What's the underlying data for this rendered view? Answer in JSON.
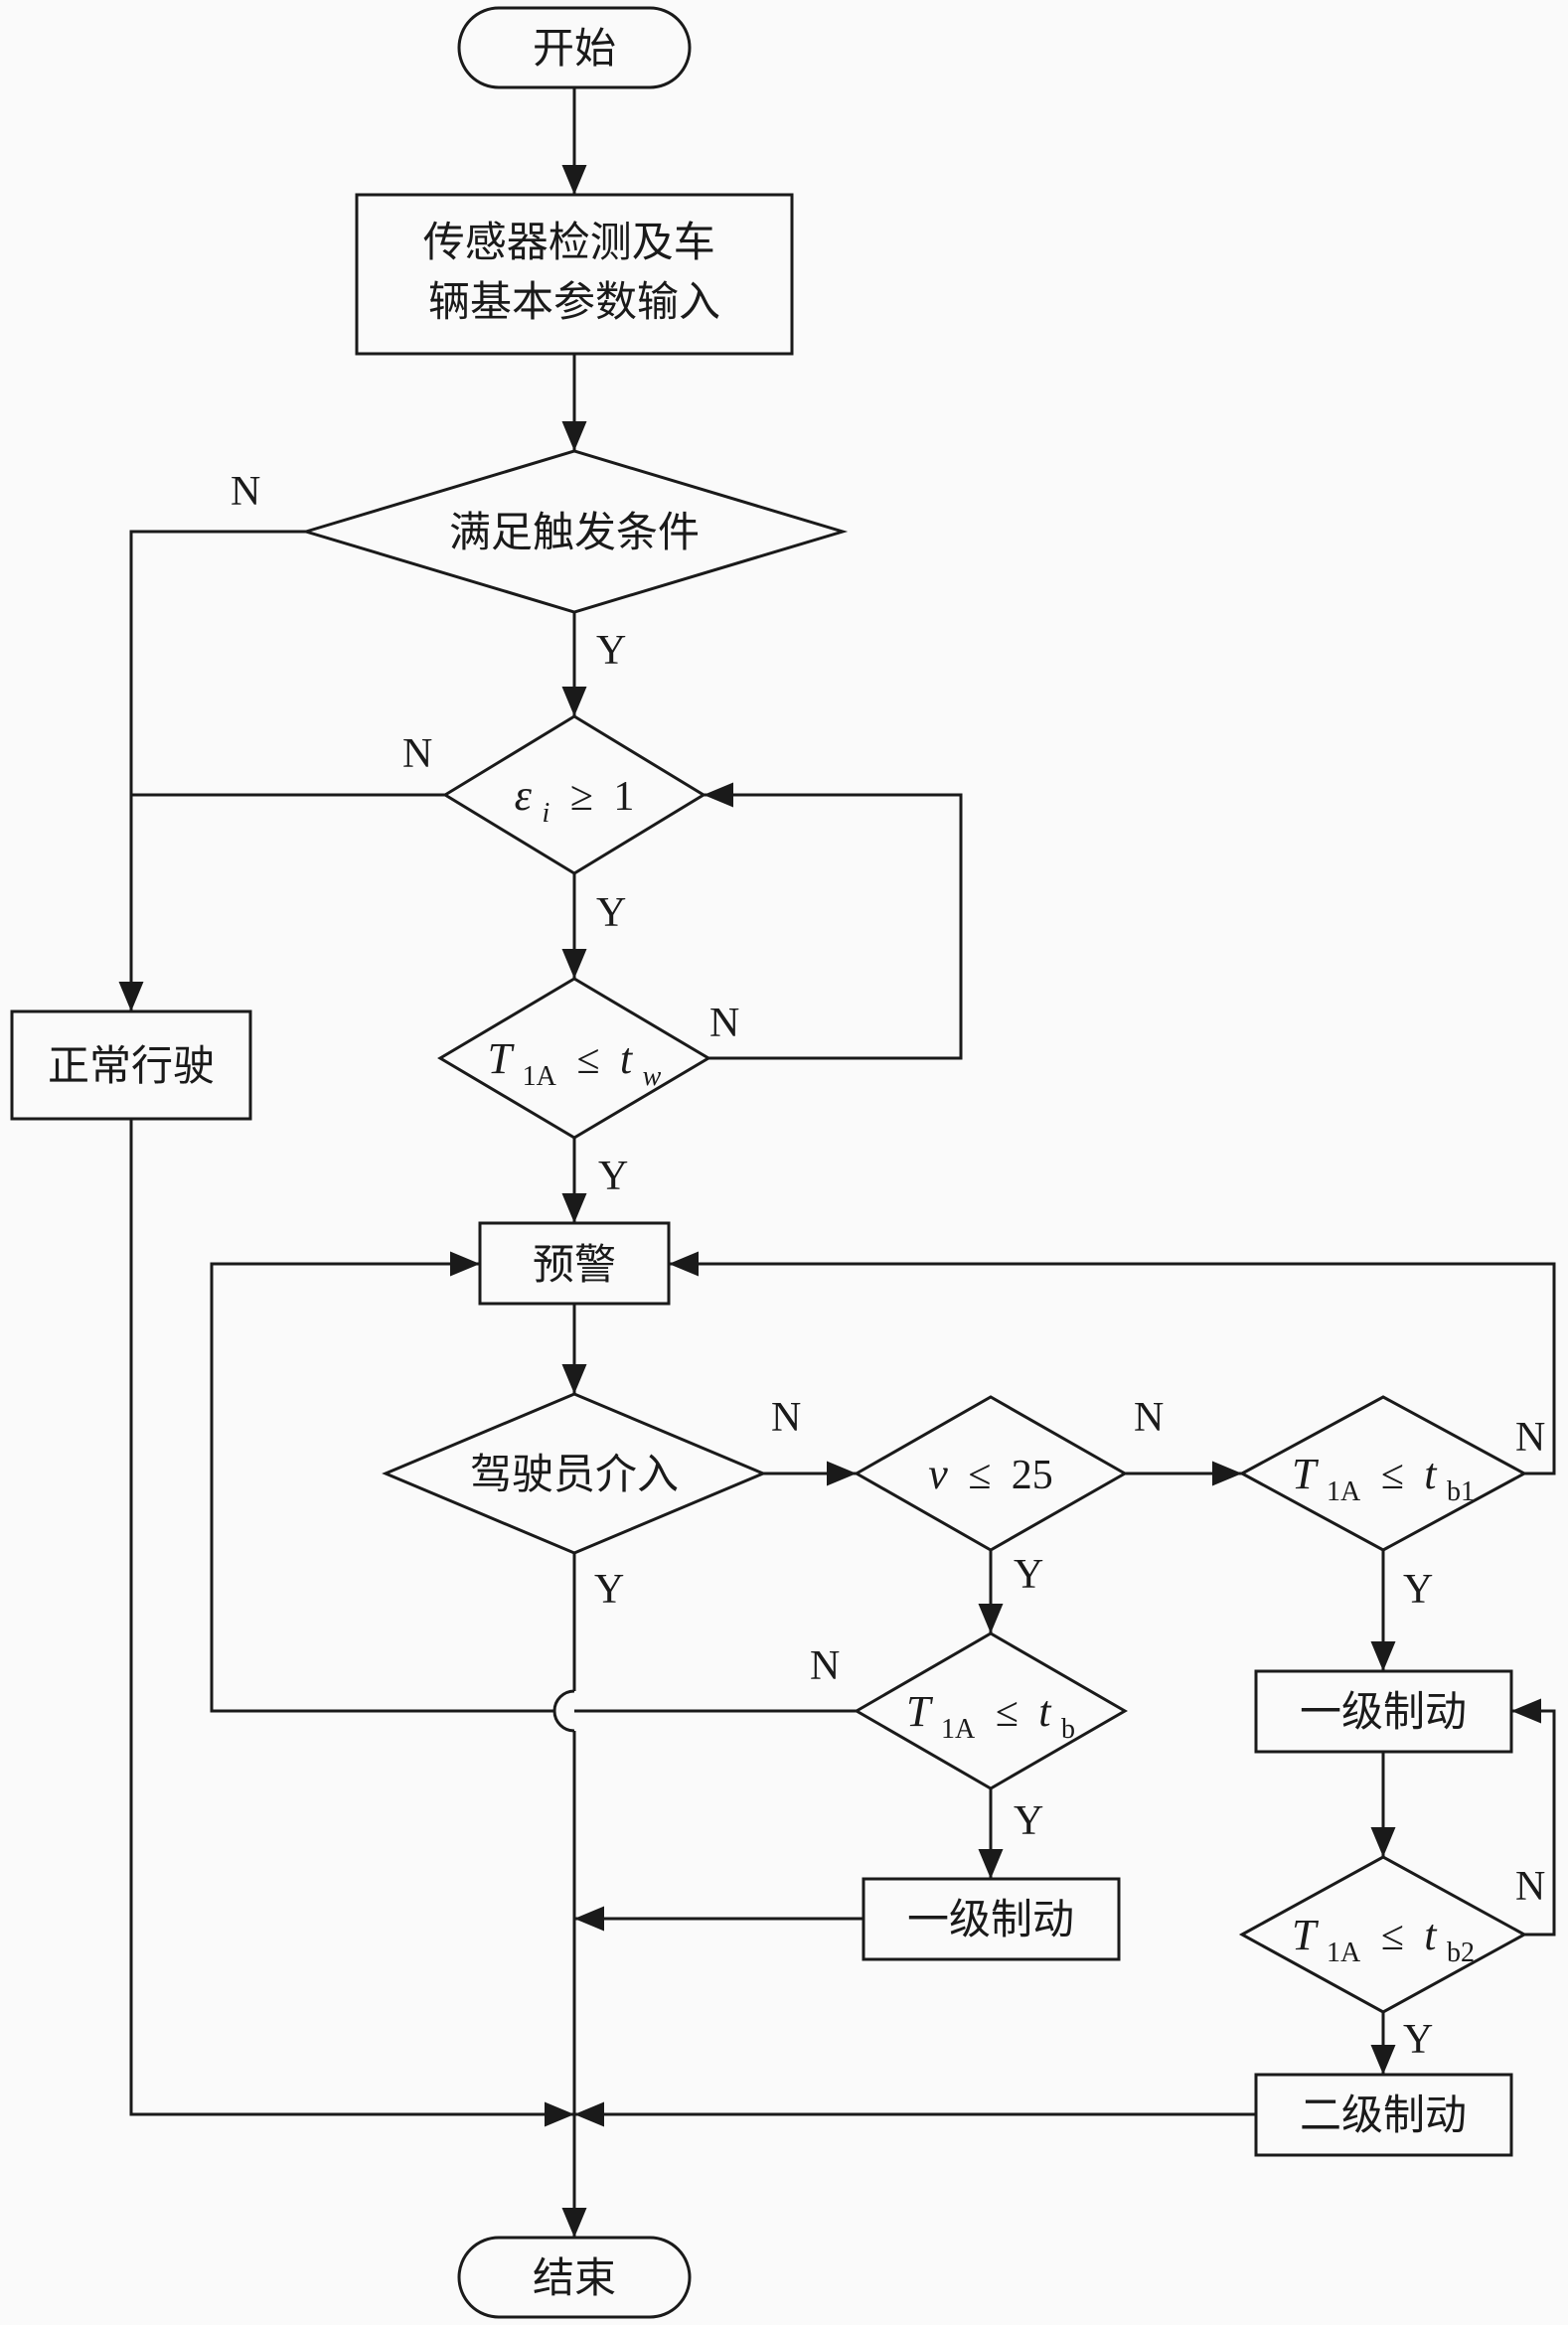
{
  "canvas": {
    "bg": "#fafafa",
    "line_color": "#1a1a1a"
  },
  "nodes": {
    "start": {
      "label": "开始"
    },
    "sensor_input": {
      "line1": "传感器检测及车",
      "line2": "辆基本参数输入"
    },
    "trigger_check": {
      "label": "满足触发条件"
    },
    "eps_check": {
      "base": "ε",
      "sub": "i",
      "op": "≥",
      "rest": "1"
    },
    "tw_check": {
      "base": "T",
      "sub": "1A",
      "op": "≤",
      "tail": "t",
      "tail_sub": "w"
    },
    "prewarn": {
      "label": "预警"
    },
    "driver_check": {
      "label": "驾驶员介入"
    },
    "speed_check": {
      "base": "v",
      "op": "≤",
      "rest": "25"
    },
    "tb_check": {
      "base": "T",
      "sub": "1A",
      "op": "≤",
      "tail": "t",
      "tail_sub": "b"
    },
    "tb1_check": {
      "base": "T",
      "sub": "1A",
      "op": "≤",
      "tail": "t",
      "tail_sub": "b1"
    },
    "tb2_check": {
      "base": "T",
      "sub": "1A",
      "op": "≤",
      "tail": "t",
      "tail_sub": "b2"
    },
    "brake1_low": {
      "label": "一级制动"
    },
    "brake1_high": {
      "label": "一级制动"
    },
    "brake2": {
      "label": "二级制动"
    },
    "normal_drive": {
      "label": "正常行驶"
    },
    "end": {
      "label": "结束"
    }
  },
  "branch": {
    "yes": "Y",
    "no": "N"
  }
}
